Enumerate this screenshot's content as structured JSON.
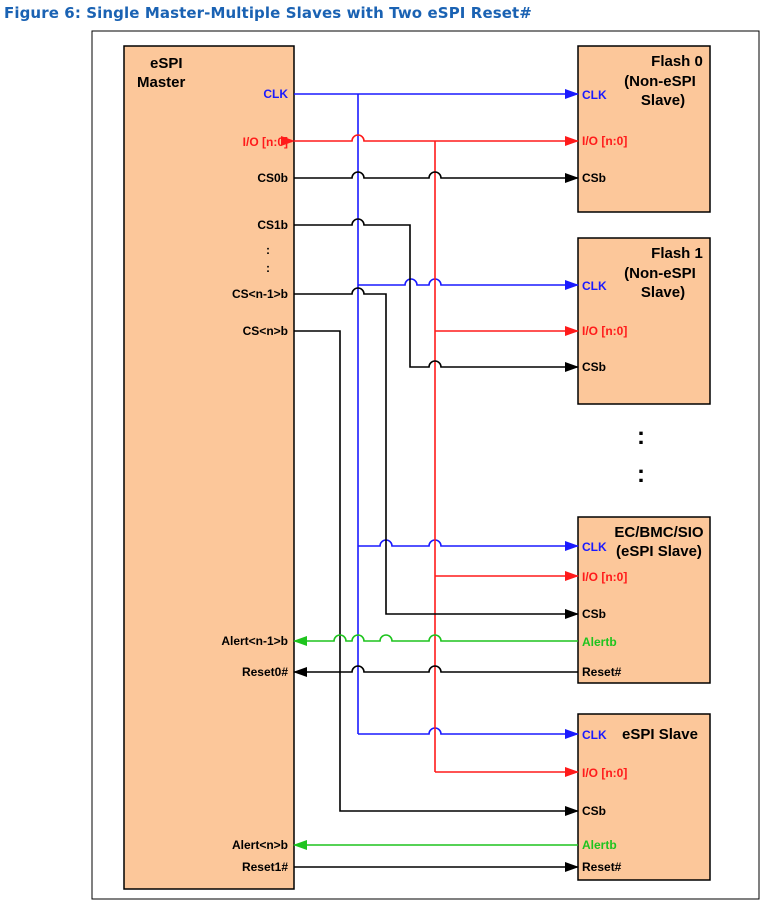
{
  "figure_caption": "Figure 6: Single Master-Multiple Slaves with Two eSPI Reset#",
  "colors": {
    "clk": "#1a1aff",
    "io": "#ff1a1a",
    "alert": "#1ec41e",
    "black": "#000000",
    "box_fill": "#fcc79a",
    "caption": "#1a62b3"
  },
  "master": {
    "title_line1": "eSPI",
    "title_line2": "Master",
    "pins": {
      "clk": "CLK",
      "io": "I/O [n:0]",
      "cs0": "CS0b",
      "cs1": "CS1b",
      "dots1": ":",
      "dots2": ":",
      "csn1": "CS<n-1>b",
      "csn": "CS<n>b",
      "alertn1": "Alert<n-1>b",
      "reset0": "Reset0#",
      "alertn": "Alert<n>b",
      "reset1": "Reset1#"
    }
  },
  "slaves": {
    "flash0": {
      "title1": "Flash 0",
      "title2": "(Non-eSPI",
      "title3": "Slave)",
      "clk": "CLK",
      "io": "I/O [n:0]",
      "cs": "CSb"
    },
    "flash1": {
      "title1": "Flash 1",
      "title2": "(Non-eSPI",
      "title3": "Slave)",
      "clk": "CLK",
      "io": "I/O [n:0]",
      "cs": "CSb"
    },
    "ec": {
      "title1": "EC/BMC/SIO",
      "title2": "(eSPI Slave)",
      "clk": "CLK",
      "io": "I/O [n:0]",
      "cs": "CSb",
      "alert": "Alertb",
      "reset": "Reset#"
    },
    "espi": {
      "title1": "eSPI Slave",
      "clk": "CLK",
      "io": "I/O [n:0]",
      "cs": "CSb",
      "alert": "Alertb",
      "reset": "Reset#"
    }
  },
  "ellipsis": ":"
}
